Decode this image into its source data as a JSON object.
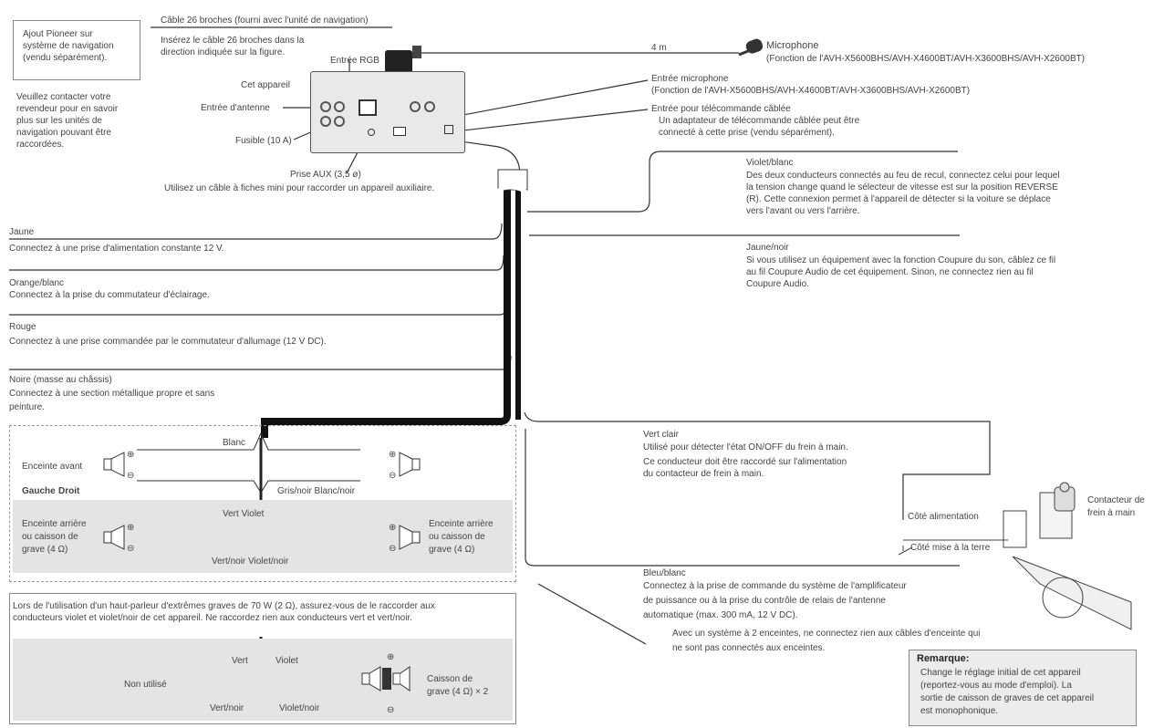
{
  "top": {
    "pioneer_note": [
      "Ajout Pioneer sur",
      "système de navigation",
      "(vendu séparément)."
    ],
    "dealer_note": [
      "Veuillez contacter votre",
      "revendeur pour en savoir",
      "plus sur les unités de",
      "navigation pouvant être",
      "raccordées."
    ],
    "cable26_title": "Câble 26 broches (fourni avec l'unité de navigation)",
    "cable26_insert": [
      "Insérez le câble 26 broches dans la",
      "direction indiquée sur la figure."
    ],
    "rgb_input": "Entrée RGB",
    "unit_label": "Cet appareil",
    "antenna_input": "Entrée d'antenne",
    "fuse": "Fusible (10 A)",
    "aux_title": "Prise AUX (3,5 ø)",
    "aux_desc": "Utilisez un câble à fiches mini pour raccorder un appareil auxiliaire.",
    "mic_length": "4 m",
    "mic_title": "Microphone",
    "mic_models": "(Fonction de l'AVH-X5600BHS/AVH-X4600BT/AVH-X3600BHS/AVH-X2600BT)",
    "mic_input_title": "Entrée microphone",
    "mic_input_models": "(Fonction de l'AVH-X5600BHS/AVH-X4600BT/AVH-X3600BHS/AVH-X2600BT)",
    "remote_title": "Entrée pour télécommande câblée",
    "remote_desc": [
      "Un adaptateur de télécommande câblée peut être",
      "connecté à cette prise (vendu séparément)."
    ]
  },
  "left_wires": [
    {
      "name": "Jaune",
      "desc": [
        "Connectez à une prise d'alimentation constante 12 V."
      ]
    },
    {
      "name": "Orange/blanc",
      "desc": [
        "Connectez à la prise du commutateur d'éclairage."
      ]
    },
    {
      "name": "Rouge",
      "desc": [
        "Connectez à une prise commandée par le commutateur d'allumage (12 V DC)."
      ]
    },
    {
      "name": "Noire (masse au châssis)",
      "desc": [
        "Connectez à une section métallique propre et sans",
        "peinture."
      ]
    }
  ],
  "right_wires": [
    {
      "name": "Violet/blanc",
      "desc": [
        "Des deux conducteurs connectés au feu de recul, connectez celui pour lequel",
        "la tension change quand le sélecteur de vitesse est sur la position REVERSE",
        "(R). Cette connexion permet à l'appareil de détecter si la voiture se déplace",
        "vers l'avant ou vers l'arrière."
      ]
    },
    {
      "name": "Jaune/noir",
      "desc": [
        "Si vous utilisez un équipement avec la fonction Coupure du son, câblez ce fil",
        "au fil Coupure Audio de cet équipement. Sinon, ne connectez rien au fil",
        "Coupure Audio."
      ]
    },
    {
      "name": "Vert clair",
      "desc": [
        "Utilisé pour détecter l'état ON/OFF du frein à main.",
        "Ce conducteur doit être raccordé sur l'alimentation",
        "du contacteur de frein à main."
      ]
    },
    {
      "name": "Bleu/blanc",
      "desc": [
        "Connectez à la prise de commande du système de l'amplificateur",
        "de puissance ou à la prise du contrôle de relais de l'antenne",
        "automatique (max. 300 mA, 12 V DC)."
      ]
    }
  ],
  "speakers": {
    "blanc": "Blanc",
    "front_label": "Enceinte avant",
    "gauche": "Gauche",
    "droit": "Droit",
    "gris": "Gris/noir Blanc/noir",
    "vert_violet": "Vert Violet",
    "rear_left": [
      "Enceinte arrière",
      "ou caisson de",
      "grave (4 Ω)"
    ],
    "rear_right": [
      "Enceinte arrière",
      "ou caisson de",
      "grave (4 Ω)"
    ],
    "vert_noir_violet_noir": "Vert/noir Violet/noir",
    "plus": "⊕",
    "minus": "⊖",
    "two_speaker_note": [
      "Avec un système à 2 enceintes, ne connectez rien aux câbles d'enceinte qui",
      "ne sont pas connectés aux enceintes."
    ]
  },
  "sub": {
    "note": [
      "Lors de l'utilisation d'un haut-parleur d'extrêmes graves de 70 W (2 Ω), assurez-vous de le raccorder aux",
      "conducteurs violet et violet/noir de cet appareil. Ne raccordez rien aux conducteurs vert et vert/noir."
    ],
    "vert": "Vert",
    "violet": "Violet",
    "non_utilise": "Non utilisé",
    "vert_noir": "Vert/noir",
    "violet_noir": "Violet/noir",
    "caisson": [
      "Caisson de",
      "grave (4 Ω) × 2"
    ]
  },
  "brake": {
    "cote_alim": "Côté alimentation",
    "cote_masse": "Côté mise à la terre",
    "contacteur": [
      "Contacteur de",
      "frein à main"
    ]
  },
  "remarque": {
    "title": "Remarque:",
    "body": [
      "Change le réglage initial de cet appareil",
      "(reportez-vous au mode d'emploi). La",
      "sortie de caisson de graves de cet appareil",
      "est monophonique."
    ]
  }
}
